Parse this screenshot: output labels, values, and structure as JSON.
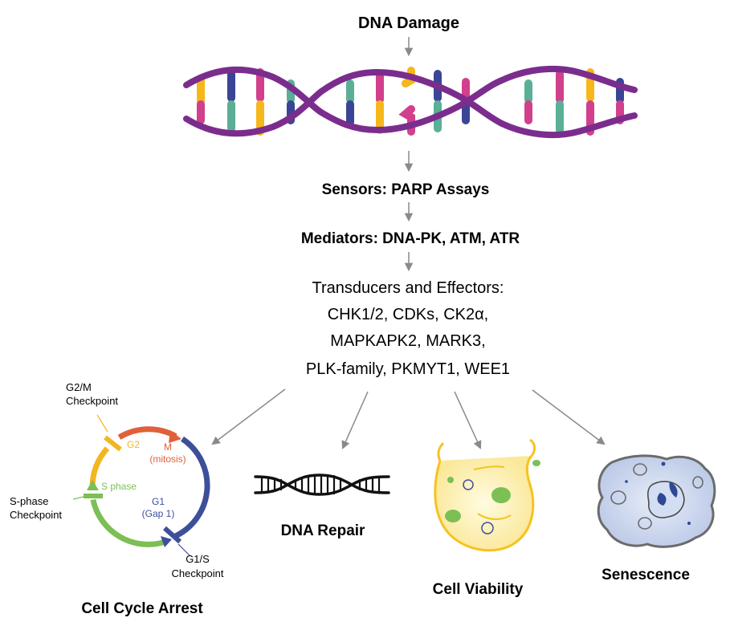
{
  "title": "DNA Damage",
  "pathway": {
    "sensors": "Sensors: PARP Assays",
    "mediators": "Mediators: DNA-PK, ATM, ATR",
    "transducers_lines": [
      "Transducers and Effectors:",
      "CHK1/2, CDKs, CK2α,",
      "MAPKAPK2, MARK3,",
      "PLK-family, PKMYT1, WEE1"
    ]
  },
  "cell_cycle": {
    "title": "Cell Cycle Arrest",
    "g2_label": "G2",
    "m_label": "M",
    "m_sub": "(mitosis)",
    "s_label": "S phase",
    "g1_label": "G1",
    "g1_sub": "(Gap 1)",
    "g2m_checkpoint": [
      "G2/M",
      "Checkpoint"
    ],
    "s_checkpoint": [
      "S-phase",
      "Checkpoint"
    ],
    "g1s_checkpoint": [
      "G1/S",
      "Checkpoint"
    ]
  },
  "outcomes": {
    "dna_repair": "DNA Repair",
    "cell_viability": "Cell Viability",
    "senescence": "Senescence"
  },
  "colors": {
    "strand": "#7b2d8e",
    "yellow": "#f6b71a",
    "navy": "#3b4596",
    "magenta": "#d23f8d",
    "teal": "#5aaf96",
    "arrow": "#8a8a8a",
    "g2": "#f3b521",
    "m": "#e0603a",
    "g1": "#3e4f9a",
    "s": "#7cbf55"
  }
}
